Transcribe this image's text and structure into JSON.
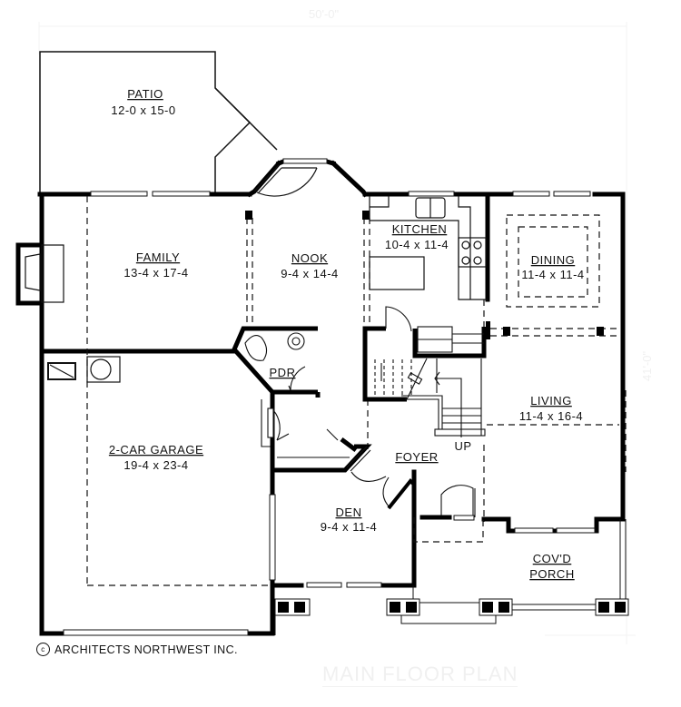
{
  "plan": {
    "title": "MAIN FLOOR PLAN",
    "overall_width": "50'-0\"",
    "overall_depth": "41'-0\"",
    "copyright_symbol": "c",
    "copyright": "ARCHITECTS NORTHWEST INC."
  },
  "rooms": [
    {
      "id": "patio",
      "name": "PATIO",
      "size": "12-0 x 15-0"
    },
    {
      "id": "family",
      "name": "FAMILY",
      "size": "13-4 x 17-4"
    },
    {
      "id": "nook",
      "name": "NOOK",
      "size": "9-4 x 14-4"
    },
    {
      "id": "kitchen",
      "name": "KITCHEN",
      "size": "10-4 x 11-4"
    },
    {
      "id": "dining",
      "name": "DINING",
      "size": "11-4 x 11-4"
    },
    {
      "id": "pdr",
      "name": "PDR",
      "size": ""
    },
    {
      "id": "living",
      "name": "LIVING",
      "size": "11-4 x 16-4"
    },
    {
      "id": "garage",
      "name": "2-CAR GARAGE",
      "size": "19-4 x 23-4"
    },
    {
      "id": "foyer",
      "name": "FOYER",
      "size": ""
    },
    {
      "id": "den",
      "name": "DEN",
      "size": "9-4 x 11-4"
    },
    {
      "id": "porch",
      "name": "COV'D",
      "name2": "PORCH",
      "size": ""
    }
  ],
  "annotations": {
    "stair_up": "UP"
  },
  "colors": {
    "wall": "#000000",
    "line": "#111111",
    "background": "#ffffff",
    "faint_text": "#f0f0f0"
  }
}
